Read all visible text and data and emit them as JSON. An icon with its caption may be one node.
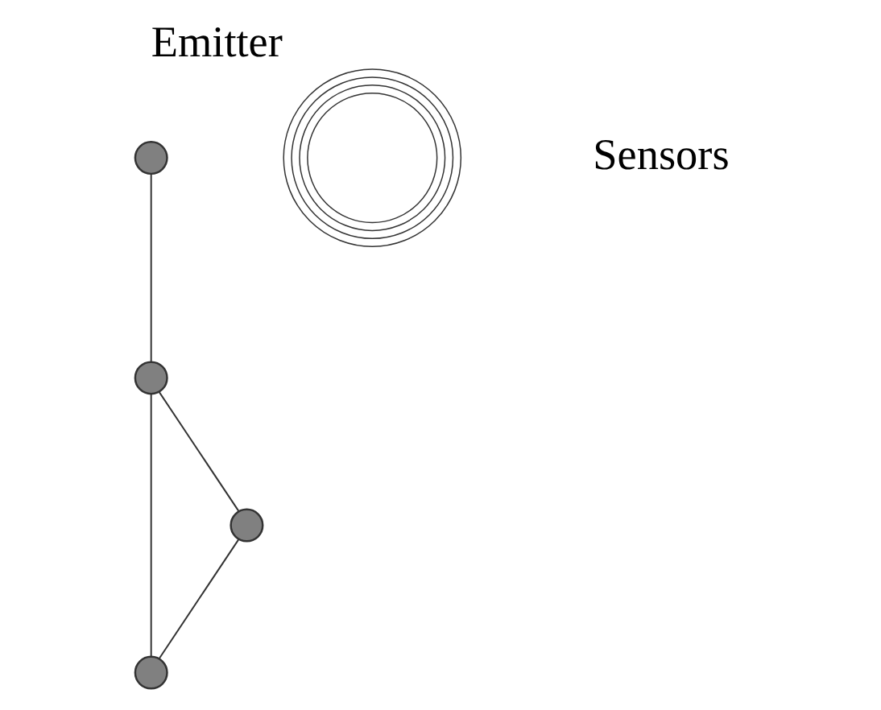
{
  "diagram": {
    "nodes": [
      {
        "text": [],
        "shape": "circle"
      },
      {
        "text": [],
        "shape": "circle"
      },
      {
        "text": [],
        "shape": "circle"
      },
      {
        "text": [],
        "shape": "circle"
      },
      {
        "text": [],
        "shape": "circle",
        "beside": [
          "Emitter"
        ]
      }
    ],
    "edges": [
      {
        "from": 0,
        "to": 1,
        "arrow": "none"
      },
      {
        "from": 1,
        "to": 2,
        "arrow": "none"
      },
      {
        "from": 1,
        "to": 3,
        "arrow": "none"
      },
      {
        "from": 3,
        "to": 2,
        "arrow": "none"
      }
    ],
    "labels": [
      "Sensors"
    ]
  }
}
